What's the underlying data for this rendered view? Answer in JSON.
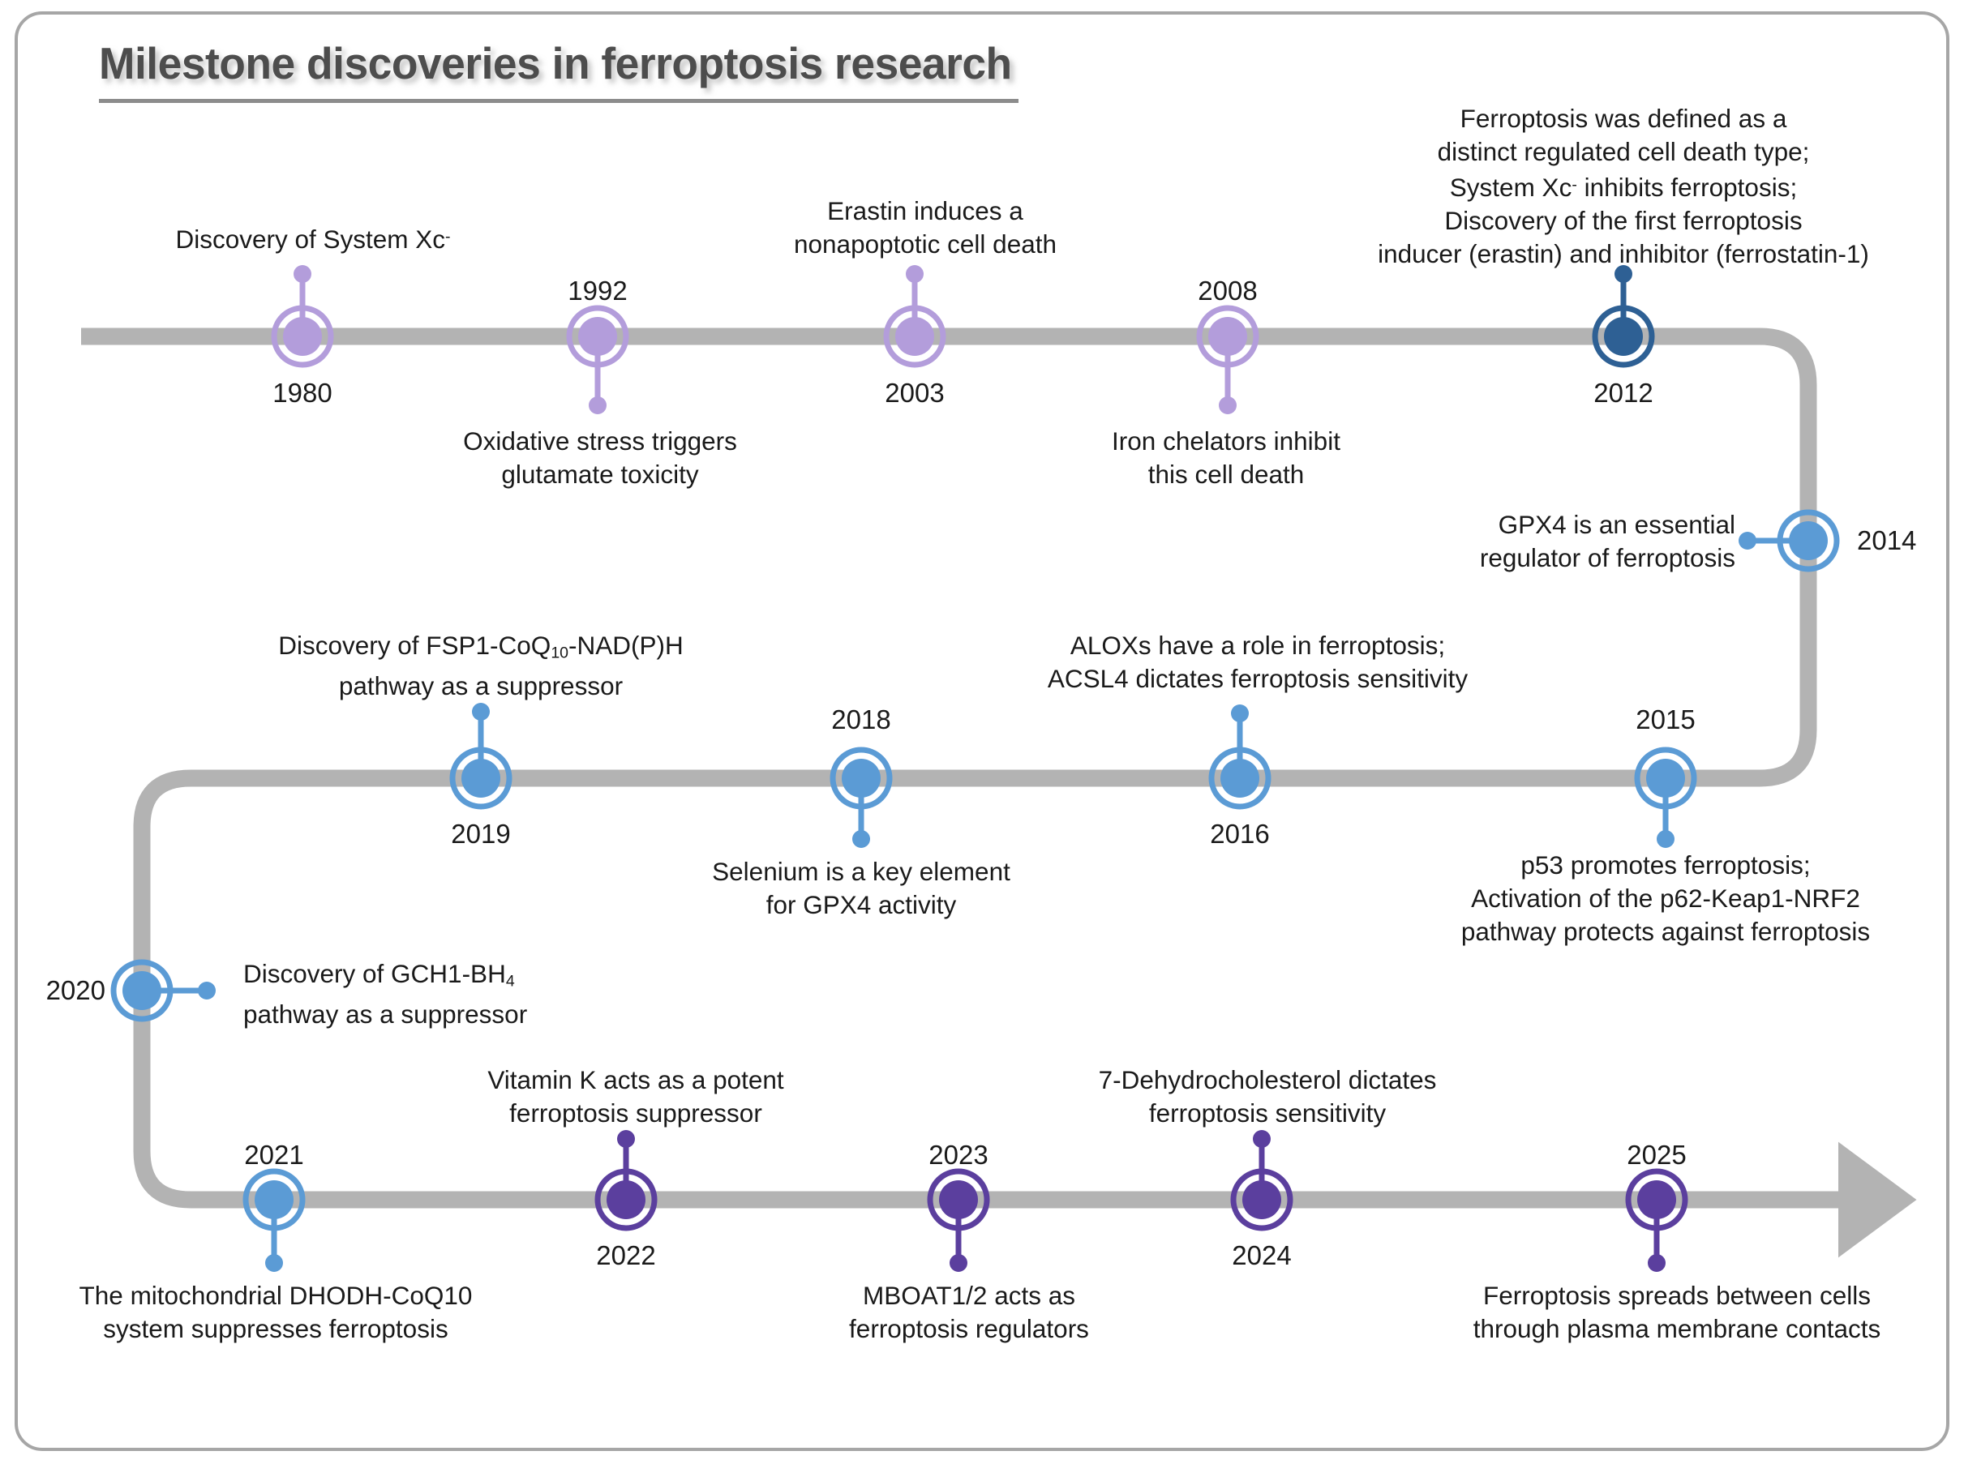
{
  "title": "Milestone discoveries in ferroptosis research",
  "colors": {
    "track": "#b3b3b3",
    "frame": "#a6a6a6",
    "title_text": "#4d4d4d",
    "label_text": "#1a1a1a",
    "row1_node": "#b39ddb",
    "node_2012": "#2e6094",
    "row2_node": "#5b9bd5",
    "row3_node": "#5b3f9e"
  },
  "timeline": {
    "direction": "left-to-right, snaking down three rows, arrowhead at end",
    "events": [
      {
        "year": "1980",
        "year_position": "below",
        "label": "Discovery of System Xc",
        "label_sup": "-",
        "label_lines": [
          "Discovery of System Xc-"
        ],
        "label_position": "above",
        "row": 1,
        "color": "#b39ddb"
      },
      {
        "year": "1992",
        "year_position": "above",
        "label": "Oxidative stress triggers glutamate toxicity",
        "label_lines": [
          "Oxidative stress triggers",
          "glutamate toxicity"
        ],
        "label_position": "below",
        "row": 1,
        "color": "#b39ddb"
      },
      {
        "year": "2003",
        "year_position": "below",
        "label": "Erastin induces a nonapoptotic cell death",
        "label_lines": [
          "Erastin induces a",
          "nonapoptotic cell death"
        ],
        "label_position": "above",
        "row": 1,
        "color": "#b39ddb"
      },
      {
        "year": "2008",
        "year_position": "above",
        "label": "Iron chelators inhibit this cell death",
        "label_lines": [
          "Iron chelators inhibit",
          "this cell death"
        ],
        "label_position": "below",
        "row": 1,
        "color": "#b39ddb"
      },
      {
        "year": "2012",
        "year_position": "below",
        "label": "Ferroptosis was defined as a distinct regulated cell death type; System Xc- inhibits ferroptosis; Discovery of the first ferroptosis inducer (erastin) and inhibitor (ferrostatin-1)",
        "label_lines": [
          "Ferroptosis was defined as a",
          "distinct regulated cell death type;",
          "System Xc- inhibits ferroptosis;",
          "Discovery of the first ferroptosis",
          "inducer (erastin) and inhibitor (ferrostatin-1)"
        ],
        "label_position": "above",
        "row": 1,
        "color": "#2e6094"
      },
      {
        "year": "2014",
        "year_position": "right",
        "label": "GPX4 is an essential regulator of ferroptosis",
        "label_lines": [
          "GPX4 is an essential",
          "regulator of ferroptosis"
        ],
        "label_position": "left",
        "row": "right-curve",
        "color": "#5b9bd5"
      },
      {
        "year": "2015",
        "year_position": "above",
        "label": "p53 promotes ferroptosis; Activation of the p62-Keap1-NRF2 pathway protects against ferroptosis",
        "label_lines": [
          "p53 promotes ferroptosis;",
          "Activation of the p62-Keap1-NRF2",
          "pathway protects against ferroptosis"
        ],
        "label_position": "below",
        "row": 2,
        "color": "#5b9bd5"
      },
      {
        "year": "2016",
        "year_position": "below",
        "label": "ALOXs have a role in ferroptosis; ACSL4 dictates ferroptosis sensitivity",
        "label_lines": [
          "ALOXs have a role in ferroptosis;",
          "ACSL4 dictates ferroptosis sensitivity"
        ],
        "label_position": "above",
        "row": 2,
        "color": "#5b9bd5"
      },
      {
        "year": "2018",
        "year_position": "above",
        "label": "Selenium is a key element for GPX4 activity",
        "label_lines": [
          "Selenium is a key element",
          "for GPX4 activity"
        ],
        "label_position": "below",
        "row": 2,
        "color": "#5b9bd5"
      },
      {
        "year": "2019",
        "year_position": "below",
        "label": "Discovery of FSP1-CoQ10-NAD(P)H pathway as a suppressor",
        "label_lines": [
          "Discovery of FSP1-CoQ10-NAD(P)H",
          "pathway as a suppressor"
        ],
        "label_position": "above",
        "row": 2,
        "color": "#5b9bd5"
      },
      {
        "year": "2020",
        "year_position": "left",
        "label": "Discovery of GCH1-BH4 pathway as a suppressor",
        "label_lines": [
          "Discovery of GCH1-BH4",
          "pathway as a suppressor"
        ],
        "label_position": "right",
        "row": "left-curve",
        "color": "#5b9bd5"
      },
      {
        "year": "2021",
        "year_position": "above",
        "label": "The mitochondrial DHODH-CoQ10 system suppresses ferroptosis",
        "label_lines": [
          "The mitochondrial DHODH-CoQ10",
          "system suppresses ferroptosis"
        ],
        "label_position": "below",
        "row": 3,
        "color": "#5b9bd5"
      },
      {
        "year": "2022",
        "year_position": "below",
        "label": "Vitamin K acts as a potent ferroptosis suppressor",
        "label_lines": [
          "Vitamin K acts as a potent",
          "ferroptosis suppressor"
        ],
        "label_position": "above",
        "row": 3,
        "color": "#5b3f9e"
      },
      {
        "year": "2023",
        "year_position": "above",
        "label": "MBOAT1/2 acts as ferroptosis regulators",
        "label_lines": [
          "MBOAT1/2 acts as",
          "ferroptosis regulators"
        ],
        "label_position": "below",
        "row": 3,
        "color": "#5b3f9e"
      },
      {
        "year": "2024",
        "year_position": "below",
        "label": "7-Dehydrocholesterol dictates ferroptosis sensitivity",
        "label_lines": [
          "7-Dehydrocholesterol dictates",
          "ferroptosis sensitivity"
        ],
        "label_position": "above",
        "row": 3,
        "color": "#5b3f9e"
      },
      {
        "year": "2025",
        "year_position": "above",
        "label": "Ferroptosis spreads between cells through plasma membrane contacts",
        "label_lines": [
          "Ferroptosis spreads between cells",
          "through plasma membrane contacts"
        ],
        "label_position": "below",
        "row": 3,
        "color": "#5b3f9e"
      }
    ]
  }
}
